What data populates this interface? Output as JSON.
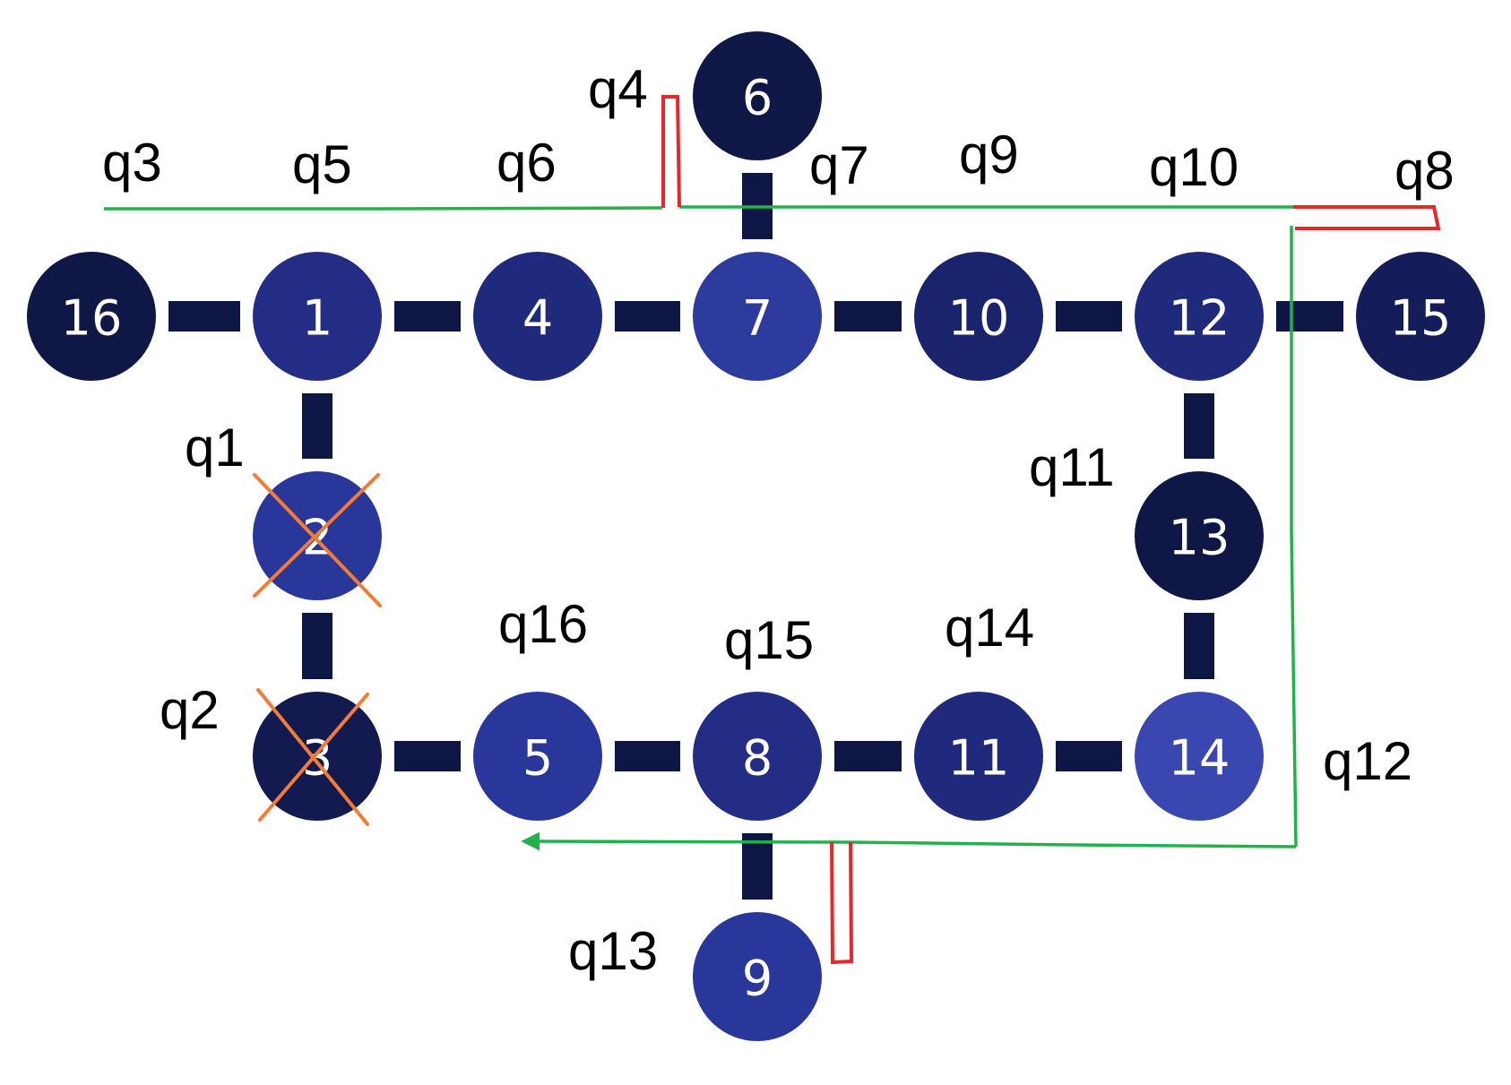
{
  "colors": {
    "edge": "#0e1646",
    "route": "#22b24c",
    "swap": "#e8262c",
    "cross": "#f47b34",
    "text": "#000000"
  },
  "nodes": [
    {
      "id": "16",
      "label": "16",
      "color": "#0f1747"
    },
    {
      "id": "1",
      "label": "1",
      "color": "#232d85"
    },
    {
      "id": "4",
      "label": "4",
      "color": "#1f2a7c"
    },
    {
      "id": "7",
      "label": "7",
      "color": "#2d3a9e"
    },
    {
      "id": "10",
      "label": "10",
      "color": "#1a246c"
    },
    {
      "id": "12",
      "label": "12",
      "color": "#1f2a7c"
    },
    {
      "id": "15",
      "label": "15",
      "color": "#141d59"
    },
    {
      "id": "6",
      "label": "6",
      "color": "#0f1747"
    },
    {
      "id": "2",
      "label": "2",
      "color": "#2a379a",
      "crossed": true
    },
    {
      "id": "3",
      "label": "3",
      "color": "#121a4f",
      "crossed": true
    },
    {
      "id": "5",
      "label": "5",
      "color": "#2a379a"
    },
    {
      "id": "8",
      "label": "8",
      "color": "#232d85"
    },
    {
      "id": "11",
      "label": "11",
      "color": "#1f2a7c"
    },
    {
      "id": "14",
      "label": "14",
      "color": "#3a47b0"
    },
    {
      "id": "13",
      "label": "13",
      "color": "#0f1747"
    },
    {
      "id": "9",
      "label": "9",
      "color": "#2a379a"
    }
  ],
  "edges": [
    [
      "16",
      "1"
    ],
    [
      "1",
      "4"
    ],
    [
      "4",
      "7"
    ],
    [
      "7",
      "10"
    ],
    [
      "10",
      "12"
    ],
    [
      "12",
      "15"
    ],
    [
      "6",
      "7"
    ],
    [
      "1",
      "2"
    ],
    [
      "2",
      "3"
    ],
    [
      "3",
      "5"
    ],
    [
      "5",
      "8"
    ],
    [
      "8",
      "11"
    ],
    [
      "11",
      "14"
    ],
    [
      "12",
      "13"
    ],
    [
      "13",
      "14"
    ],
    [
      "8",
      "9"
    ]
  ],
  "qubit_labels": [
    {
      "id": "q3",
      "text": "q3"
    },
    {
      "id": "q5",
      "text": "q5"
    },
    {
      "id": "q6",
      "text": "q6"
    },
    {
      "id": "q4",
      "text": "q4"
    },
    {
      "id": "q7",
      "text": "q7"
    },
    {
      "id": "q9",
      "text": "q9"
    },
    {
      "id": "q10",
      "text": "q10"
    },
    {
      "id": "q8",
      "text": "q8"
    },
    {
      "id": "q1",
      "text": "q1"
    },
    {
      "id": "q11",
      "text": "q11"
    },
    {
      "id": "q2",
      "text": "q2"
    },
    {
      "id": "q16",
      "text": "q16"
    },
    {
      "id": "q15",
      "text": "q15"
    },
    {
      "id": "q14",
      "text": "q14"
    },
    {
      "id": "q12",
      "text": "q12"
    },
    {
      "id": "q13",
      "text": "q13"
    }
  ]
}
